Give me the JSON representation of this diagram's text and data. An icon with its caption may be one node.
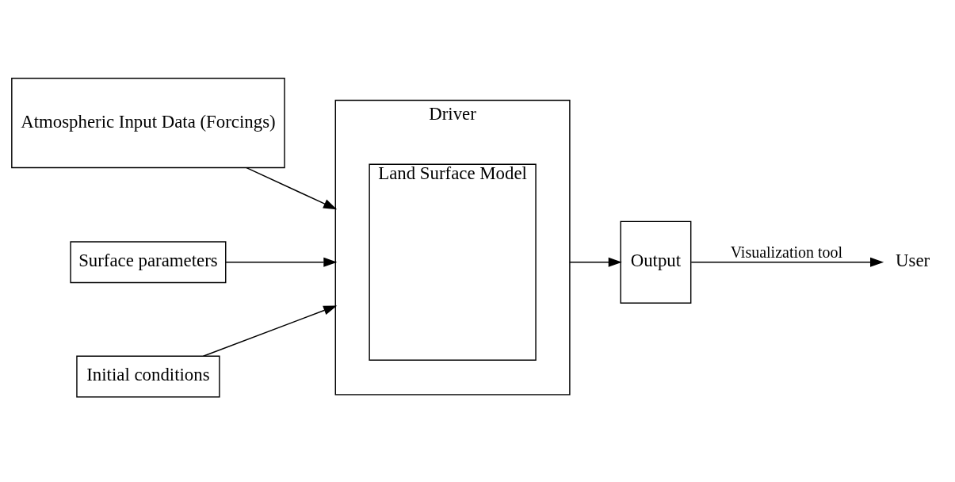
{
  "diagram": {
    "nodes": [
      {
        "text": [
          "Atmospheric Input Data (Forcings)"
        ]
      },
      {
        "text": [
          "Surface parameters"
        ]
      },
      {
        "text": [
          "Initial conditions"
        ]
      },
      {
        "text": [
          "Driver"
        ]
      },
      {
        "text": [
          "Land Surface Model"
        ],
        "in": 3
      },
      {
        "text": [
          "Output"
        ]
      },
      {
        "text": [
          "User"
        ]
      }
    ],
    "edges": [
      {
        "from": 0,
        "to": 3,
        "arrow": "to"
      },
      {
        "from": 1,
        "to": 3,
        "arrow": "to"
      },
      {
        "from": 2,
        "to": 3,
        "arrow": "to"
      },
      {
        "from": 3,
        "to": 5,
        "arrow": "to"
      },
      {
        "from": 5,
        "to": 6,
        "arrow": "to",
        "label": "Visualization tool"
      }
    ]
  }
}
